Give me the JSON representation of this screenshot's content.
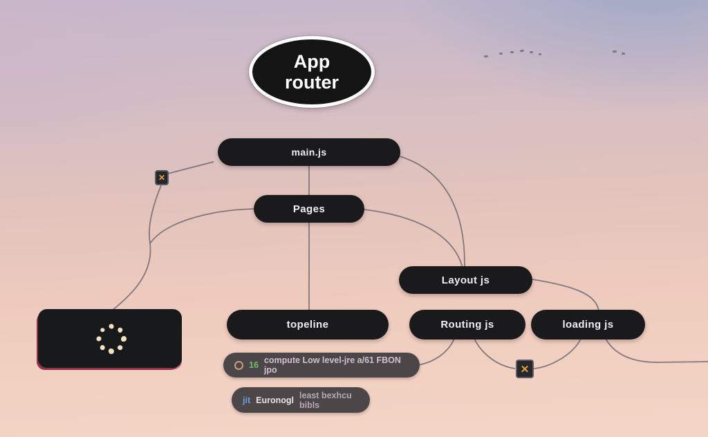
{
  "diagram": {
    "root": {
      "line1": "App",
      "line2": "router"
    },
    "nodes": {
      "main": "main.js",
      "pages": "Pages",
      "layout": "Layout js",
      "topeline": "topeline",
      "routing": "Routing js",
      "loading": "loading js"
    },
    "chips": {
      "chip1": {
        "badge": "16",
        "text": "compute Low level-jre a/61 FBON jpo"
      },
      "chip2": {
        "prefix": "jit",
        "bold": "Euronogl",
        "text": "least bexhcu bibls"
      }
    },
    "icons": {
      "marker_glyph": "✕",
      "spinner": "loading-spinner-dots",
      "coin": "coin-badge"
    },
    "colors": {
      "node_bg": "#1a1a1c",
      "wire": "#6f6871",
      "marker_accent": "#e6a23c",
      "chip_bg": "#4c4649",
      "spinner_dot": "#f3e1c1",
      "badge_green": "#74b96e",
      "prefix_blue": "#6f9fd8",
      "box_accent_red": "#93304a"
    }
  }
}
